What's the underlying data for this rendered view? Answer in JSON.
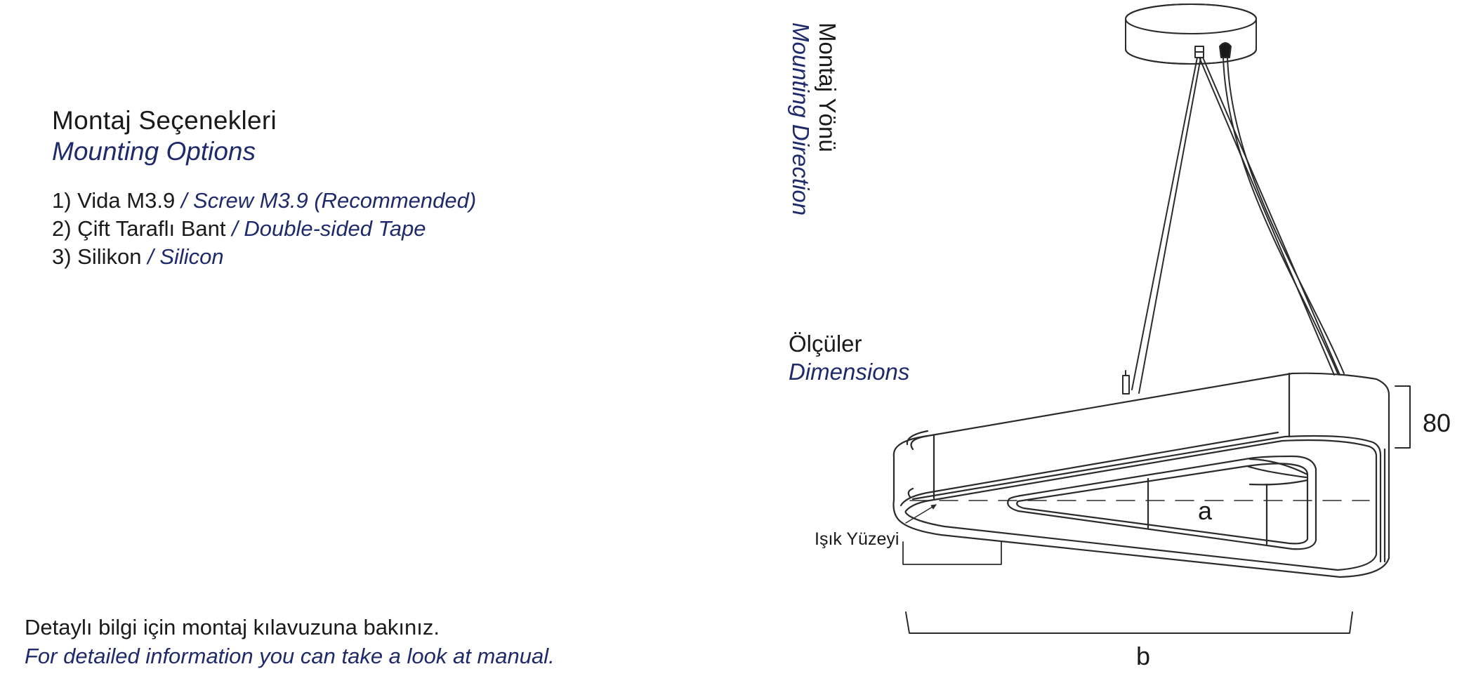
{
  "mounting_options": {
    "title_tr": "Montaj Seçenekleri",
    "title_en": "Mounting Options",
    "items": [
      {
        "tr": "1) Vida M3.9",
        "en": " / Screw M3.9 (Recommended)"
      },
      {
        "tr": "2) Çift Taraflı Bant",
        "en": " / Double-sided Tape"
      },
      {
        "tr": "3) Silikon",
        "en": " / Silicon"
      }
    ]
  },
  "mounting_direction": {
    "tr": "Montaj Yönü",
    "en": "Mounting Direction"
  },
  "dimensions": {
    "tr": "Ölçüler",
    "en": "Dimensions",
    "height_value": "80",
    "width_label": "a",
    "length_label": "b",
    "light_surface_label": "Işık Yüzeyi"
  },
  "footer": {
    "tr": "Detaylı bilgi için montaj kılavuzuna bakınız.",
    "en": "For detailed information you can take a look at manual."
  },
  "colors": {
    "text": "#1a1a1a",
    "accent_navy": "#1f2a6b",
    "line": "#2b2b2b",
    "background": "#ffffff"
  }
}
